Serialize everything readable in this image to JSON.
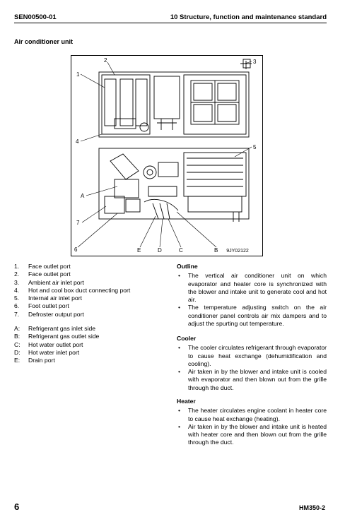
{
  "header": {
    "doc_code": "SEN00500-01",
    "section_title": "10 Structure, function and maintenance standard"
  },
  "section_title": "Air conditioner unit",
  "diagram": {
    "callouts": [
      "1",
      "2",
      "3",
      "4",
      "5",
      "6",
      "7",
      "A",
      "B",
      "C",
      "D",
      "E"
    ],
    "figure_code": "9JY02122"
  },
  "parts": [
    {
      "key": "1.",
      "label": "Face outlet port"
    },
    {
      "key": "2.",
      "label": "Face outlet port"
    },
    {
      "key": "3.",
      "label": "Ambient air inlet port"
    },
    {
      "key": "4.",
      "label": "Hot and cool box duct connecting port"
    },
    {
      "key": "5.",
      "label": "Internal air inlet port"
    },
    {
      "key": "6.",
      "label": "Foot outlet port"
    },
    {
      "key": "7.",
      "label": "Defroster output port"
    }
  ],
  "ports": [
    {
      "key": "A:",
      "label": "Refrigerant gas inlet side"
    },
    {
      "key": "B:",
      "label": "Refrigerant gas outlet side"
    },
    {
      "key": "C:",
      "label": "Hot water outlet port"
    },
    {
      "key": "D:",
      "label": "Hot water inlet port"
    },
    {
      "key": "E:",
      "label": "Drain port"
    }
  ],
  "outline": {
    "heading": "Outline",
    "bullets": [
      "The vertical air conditioner unit on which evaporator and heater core is synchronized with the blower and intake unit to generate cool and hot air.",
      "The temperature adjusting switch on the air conditioner panel controls air mix dampers and to adjust the spurting out temperature."
    ]
  },
  "cooler": {
    "heading": "Cooler",
    "bullets": [
      "The cooler circulates refrigerant through evaporator to cause heat exchange (dehumidification and cooling).",
      "Air taken in by the blower and intake unit is cooled with evaporator and then blown out from the grille through the duct."
    ]
  },
  "heater": {
    "heading": "Heater",
    "bullets": [
      "The heater circulates engine coolant in heater core to cause heat exchange (heating).",
      "Air taken in by the blower and intake unit is heated with heater core and then blown out from the grille through the duct."
    ]
  },
  "footer": {
    "page_number": "6",
    "model": "HM350-2"
  }
}
